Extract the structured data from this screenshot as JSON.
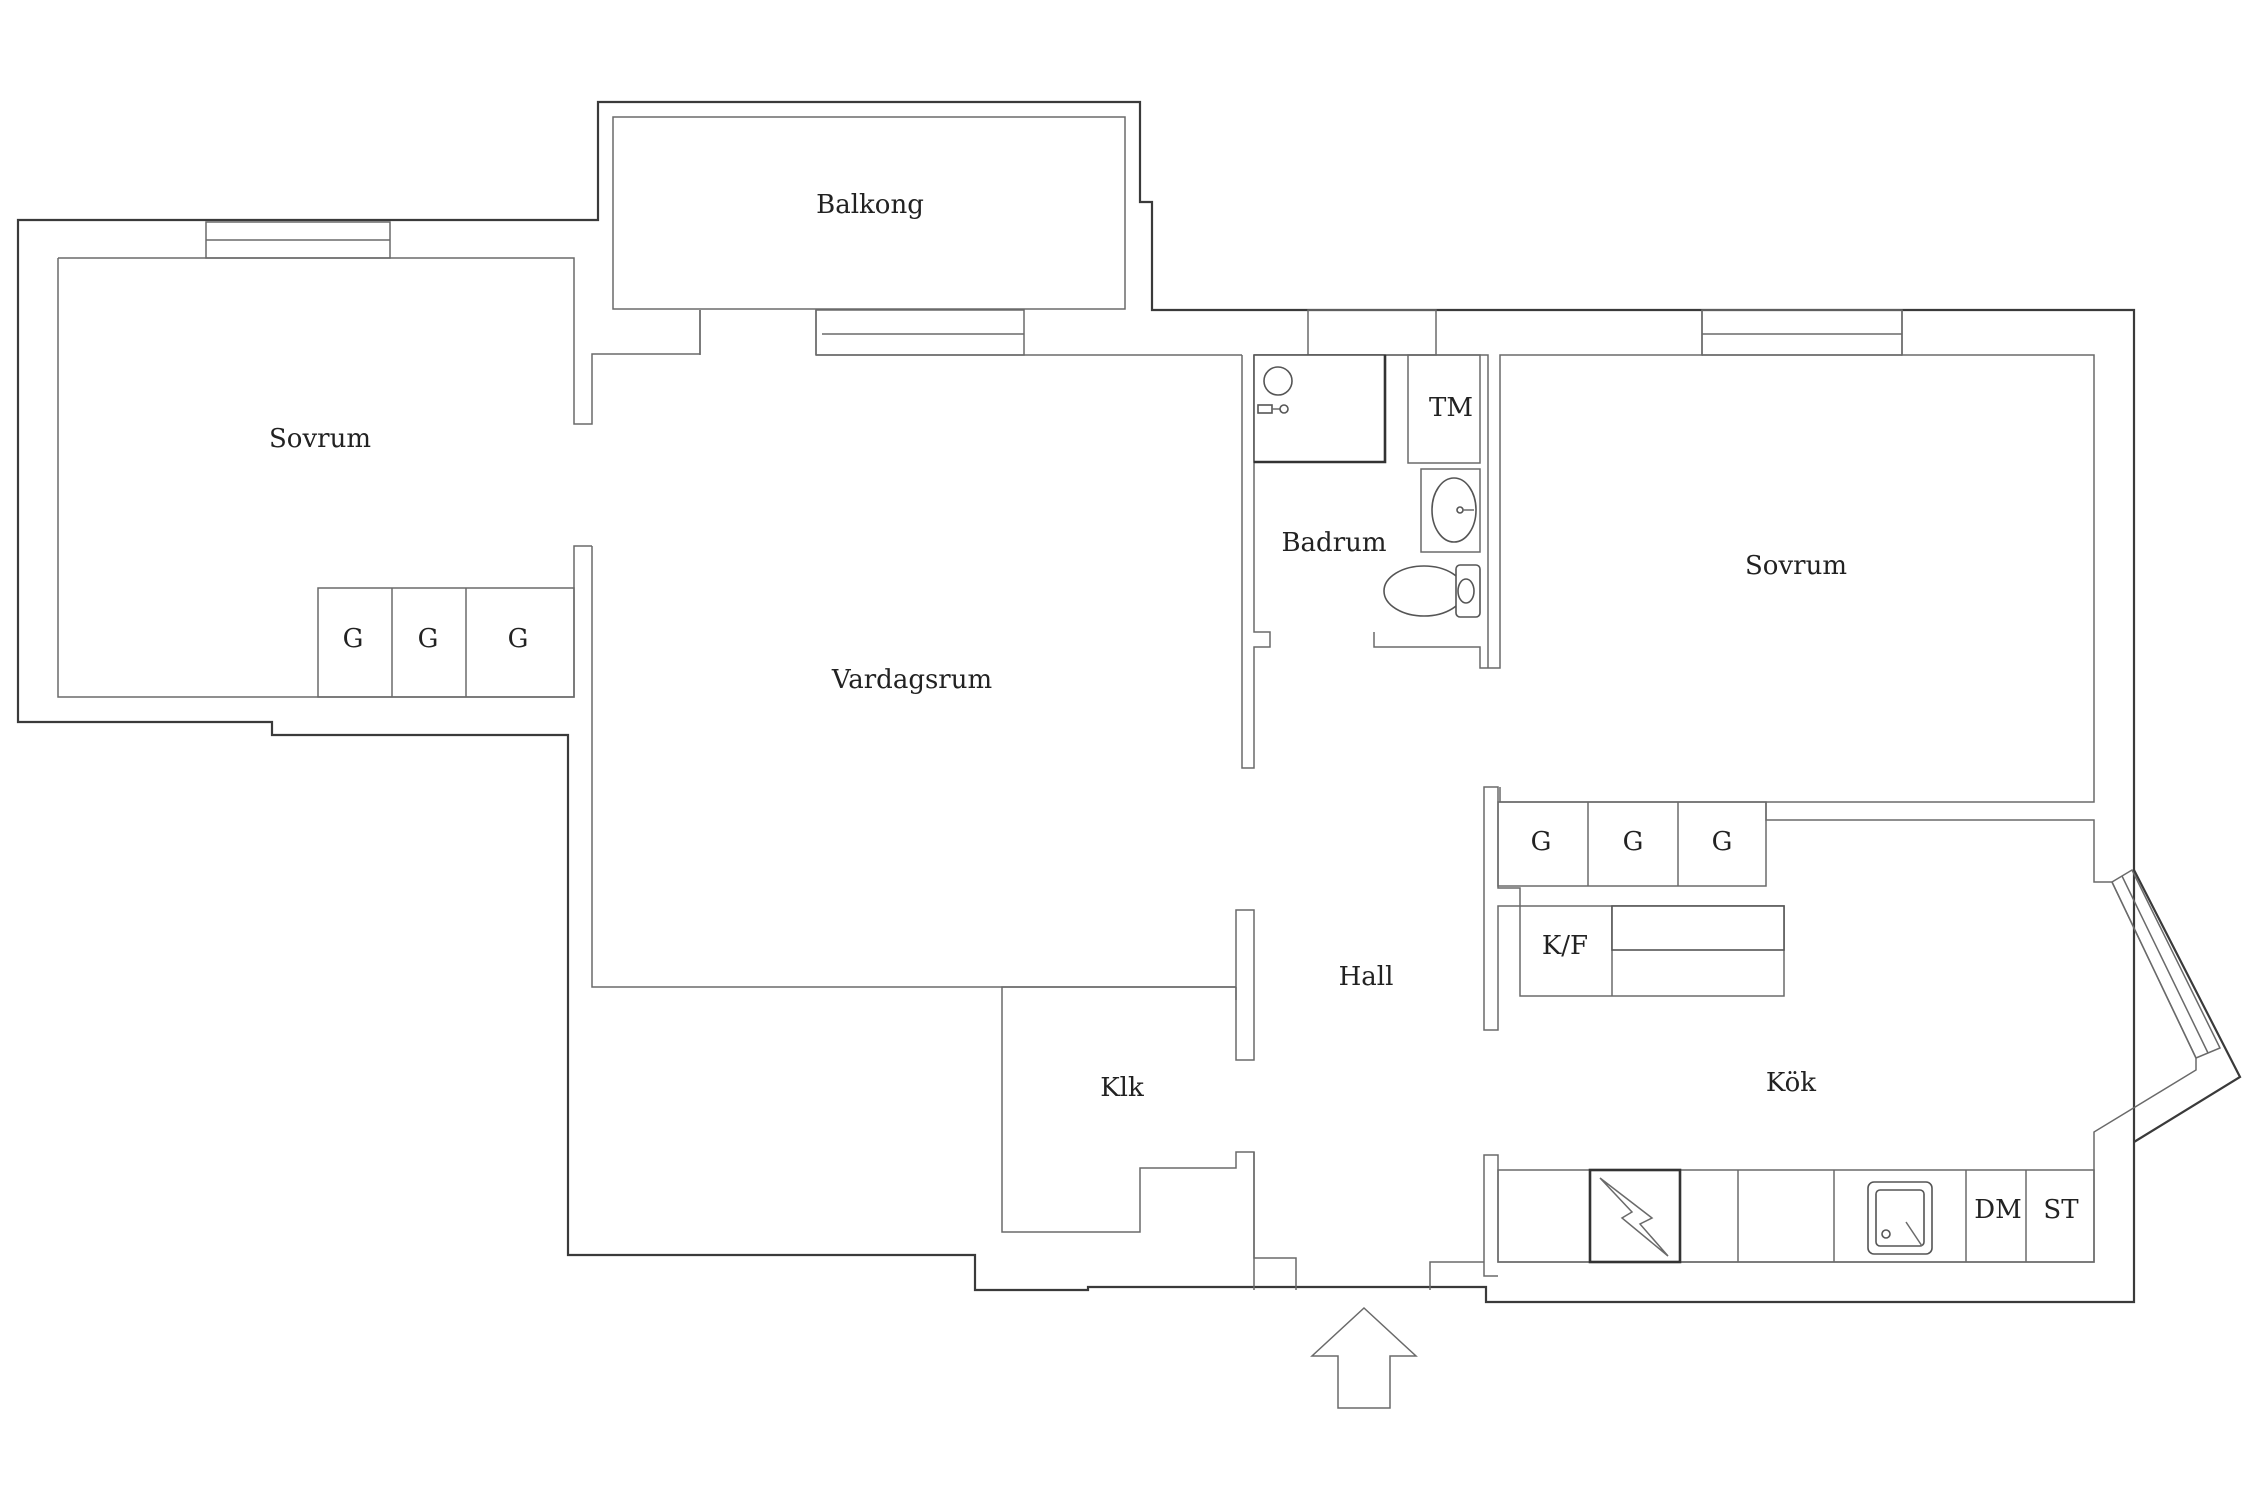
{
  "plan": {
    "rooms": {
      "balkong": "Balkong",
      "sovrum_west": "Sovrum",
      "vardagsrum": "Vardagsrum",
      "badrum": "Badrum",
      "tm": "TM",
      "sovrum_east": "Sovrum",
      "hall": "Hall",
      "klk": "Klk",
      "kok": "Kök"
    },
    "fixtures": {
      "wardrobe_west": [
        "G",
        "G",
        "G"
      ],
      "wardrobe_east": [
        "G",
        "G",
        "G"
      ],
      "fridge_freezer": "K/F",
      "dishwasher": "DM",
      "stove_unit": "ST"
    }
  }
}
